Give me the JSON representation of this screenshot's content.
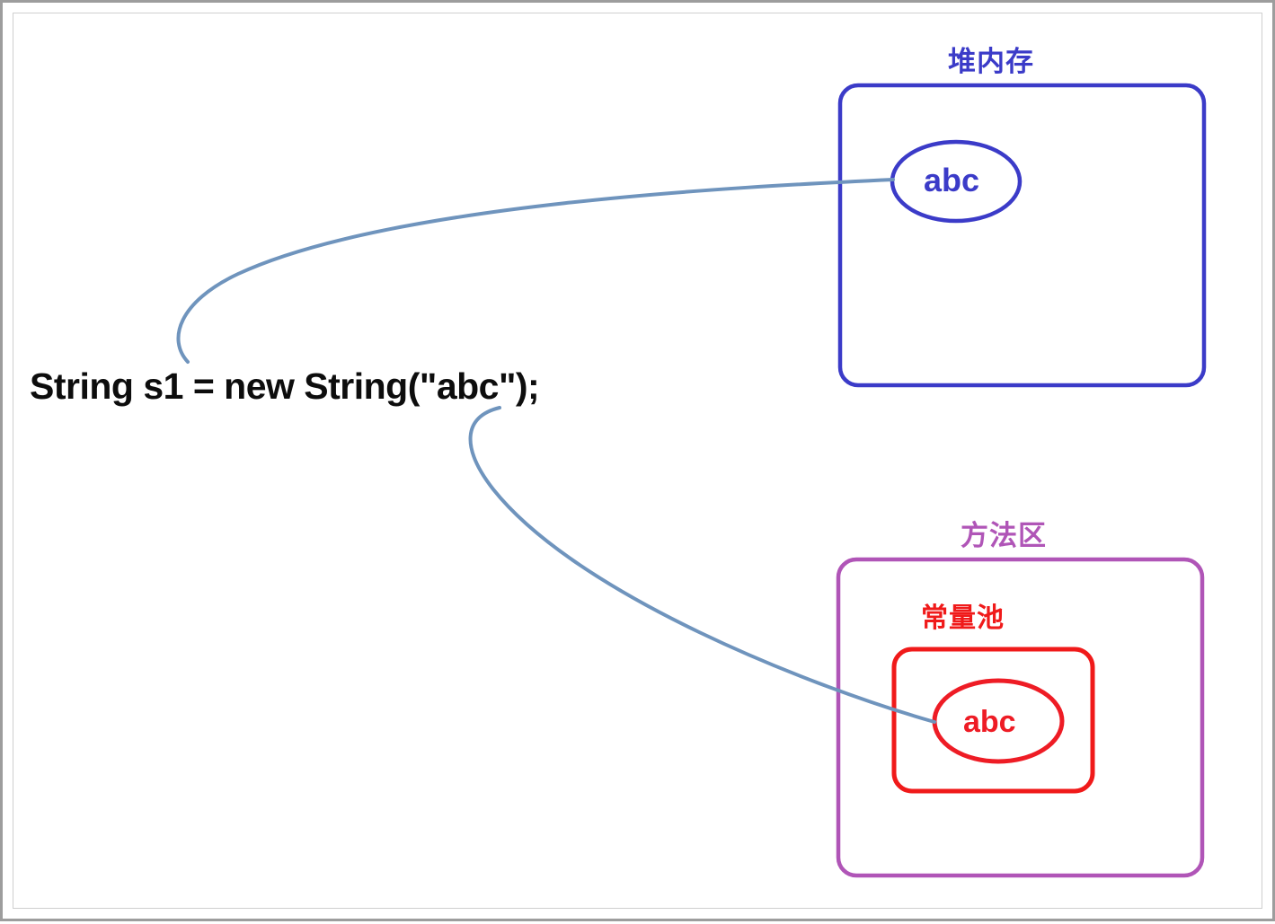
{
  "diagram": {
    "code_statement": "String s1 = new String(\"abc\");",
    "regions": [
      {
        "id": "heap",
        "title": "堆内存",
        "color": "#3b3bc8",
        "contents": [
          {
            "id": "heap-object",
            "label": "abc",
            "shape": "ellipse",
            "color": "#3b3bc8"
          }
        ]
      },
      {
        "id": "method-area",
        "title": "方法区",
        "color": "#b055b7",
        "contents": [
          {
            "id": "constant-pool",
            "title": "常量池",
            "color": "#f01a1a",
            "contents": [
              {
                "id": "pool-object",
                "label": "abc",
                "shape": "ellipse",
                "color": "#ee1c25"
              }
            ]
          }
        ]
      }
    ],
    "connectors": [
      {
        "id": "connector-to-heap",
        "from": "code_statement",
        "to": "heap-object",
        "color": "#6f94bd"
      },
      {
        "id": "connector-to-pool",
        "from": "code_statement",
        "to": "pool-object",
        "color": "#6f94bd"
      }
    ]
  },
  "colors": {
    "heap": "#3b3bc8",
    "method_area": "#b055b7",
    "constant_pool": "#f01a1a",
    "connector": "#6f94bd",
    "code_text": "#0d0d0d",
    "page_border": "#9d9d9d"
  }
}
